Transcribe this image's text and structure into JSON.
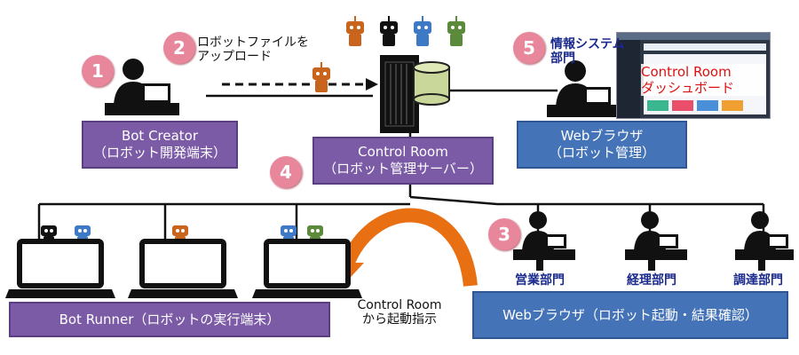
{
  "steps": {
    "s1": "1",
    "s2": "2",
    "s3": "3",
    "s4": "4",
    "s5": "5"
  },
  "bot_creator": {
    "line1": "Bot Creator",
    "line2": "（ロボット開発端末）"
  },
  "upload": {
    "line1": "ロボットファイルを",
    "line2": "アップロード"
  },
  "control_room": {
    "line1": "Control Room",
    "line2": "（ロボット管理サーバー）"
  },
  "infosys": {
    "line1": "情報システム",
    "line2": "部門"
  },
  "dashboard": {
    "line1": "Control Room",
    "line2": "ダッシュボード"
  },
  "web_mgmt": {
    "line1": "Webブラウザ",
    "line2": "（ロボット管理）"
  },
  "bot_runner": {
    "label": "Bot Runner（ロボットの実行端末）"
  },
  "instruct": {
    "line1": "Control Room",
    "line2": "から起動指示"
  },
  "depts": [
    "営業部門",
    "経理部門",
    "調達部門"
  ],
  "web_run": {
    "label": "Webブラウザ（ロボット起動・結果確認）"
  },
  "colors": {
    "purple": "#7b5aa6",
    "blue": "#4573b8",
    "badge": "#e8879c",
    "orange": "#e86f12",
    "robot_orange": "#c8641c",
    "robot_blue": "#3d79c4",
    "robot_green": "#5b8a3a"
  }
}
